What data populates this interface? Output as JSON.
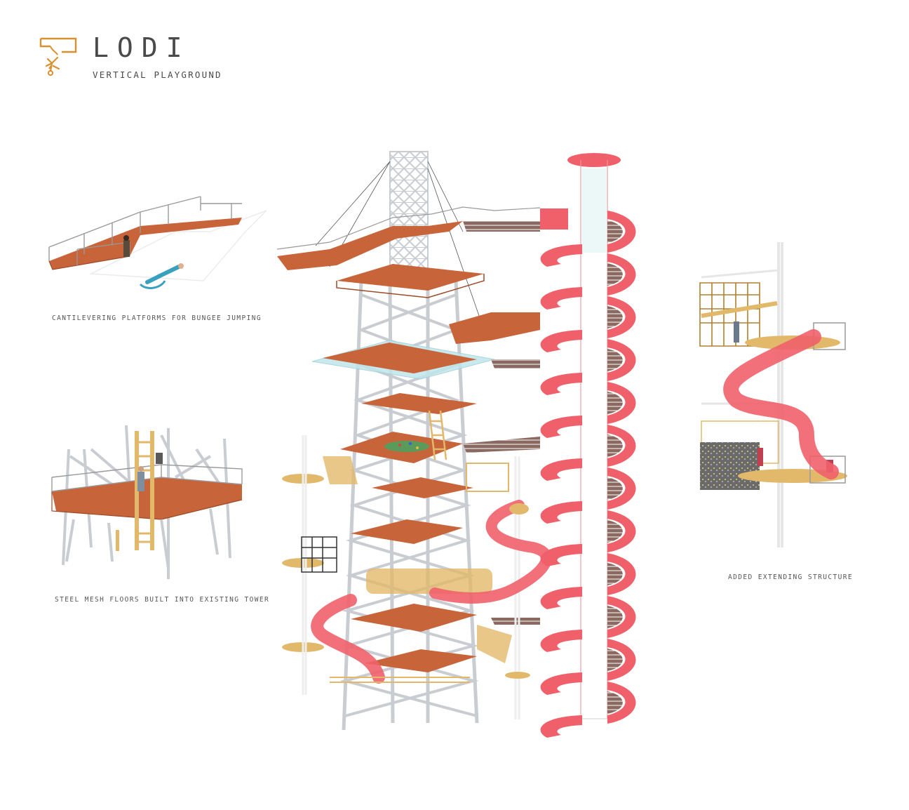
{
  "header": {
    "title": "LODI",
    "subtitle": "VERTICAL PLAYGROUND",
    "logo_icon": "bungee-jumper-icon"
  },
  "captions": {
    "bungee": "CANTILEVERING PLATFORMS FOR BUNGEE JUMPING",
    "mesh": "STEEL MESH FLOORS BUILT INTO EXISTING TOWER",
    "extending": "ADDED EXTENDING STRUCTURE"
  },
  "colors": {
    "accent": "#d9902e",
    "deck": "#c8643a",
    "steel": "#c9cdd2",
    "slide": "#f0606a",
    "wood": "#e2b96a",
    "glass": "#bfe6ea",
    "text": "#4a4a4a"
  }
}
